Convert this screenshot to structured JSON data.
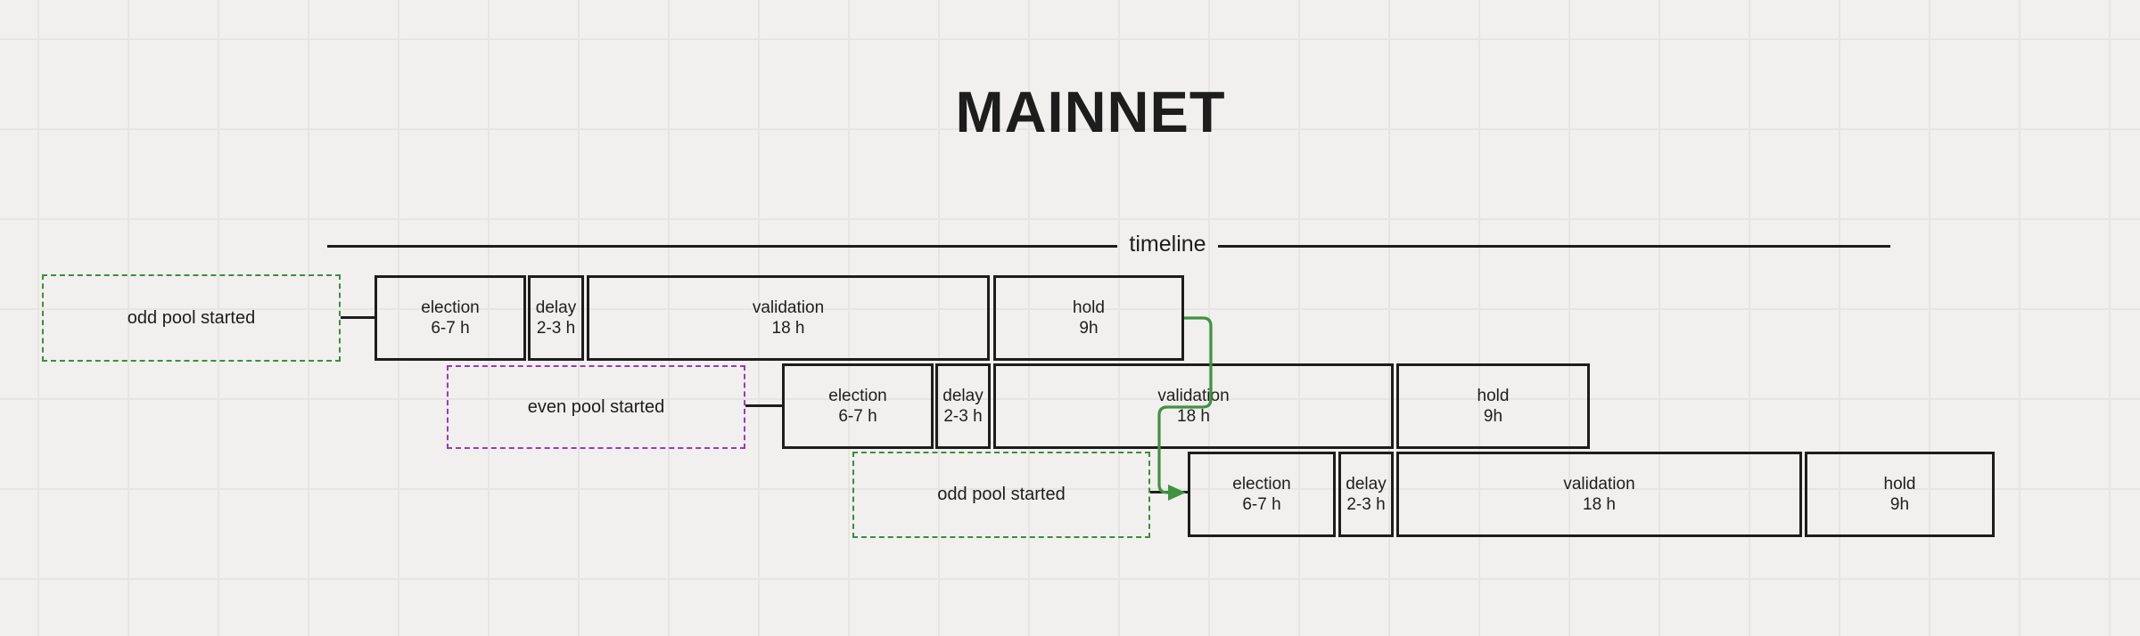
{
  "title": "MAINNET",
  "timeline": {
    "label": "timeline"
  },
  "rows": [
    {
      "pool": {
        "label": "odd pool started",
        "color": "#3e8c3e"
      },
      "phases": [
        {
          "name": "election",
          "duration": "6-7 h"
        },
        {
          "name": "delay",
          "duration": "2-3 h"
        },
        {
          "name": "validation",
          "duration": "18 h"
        },
        {
          "name": "hold",
          "duration": "9h"
        }
      ]
    },
    {
      "pool": {
        "label": "even pool started",
        "color": "#9e37bd"
      },
      "phases": [
        {
          "name": "election",
          "duration": "6-7 h"
        },
        {
          "name": "delay",
          "duration": "2-3 h"
        },
        {
          "name": "validation",
          "duration": "18 h"
        },
        {
          "name": "hold",
          "duration": "9h"
        }
      ]
    },
    {
      "pool": {
        "label": "odd pool started",
        "color": "#3e8c3e"
      },
      "phases": [
        {
          "name": "election",
          "duration": "6-7 h"
        },
        {
          "name": "delay",
          "duration": "2-3 h"
        },
        {
          "name": "validation",
          "duration": "18 h"
        },
        {
          "name": "hold",
          "duration": "9h"
        }
      ]
    }
  ],
  "colors": {
    "ink": "#1d1d1d",
    "green": "#3e8c3e",
    "purple": "#9e37bd",
    "arrow_green": "#3f9340",
    "background": "#f1f0ee"
  }
}
